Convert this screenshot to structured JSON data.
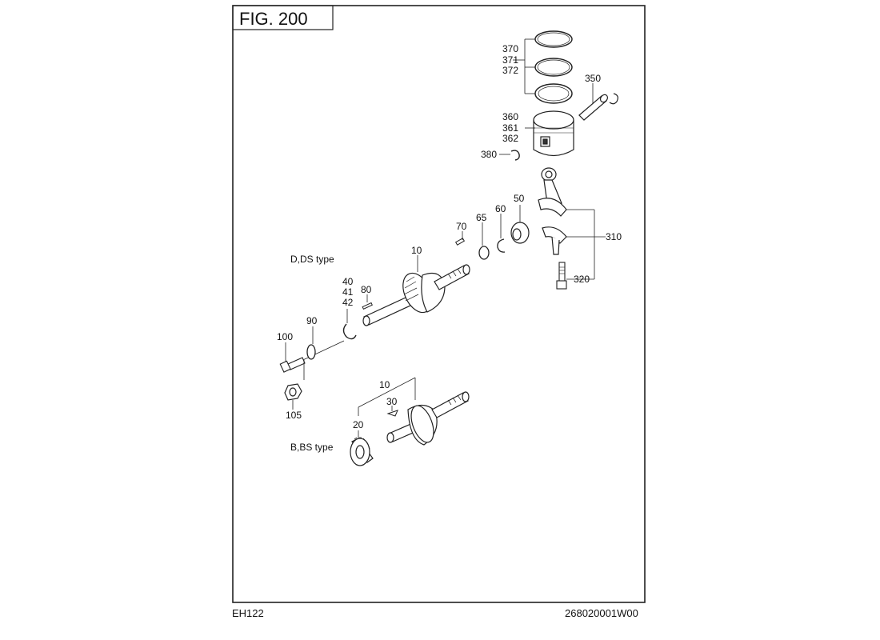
{
  "figure": {
    "title": "FIG. 200"
  },
  "type_labels": {
    "ds_type": "D,DS type",
    "bs_type": "B,BS type"
  },
  "callouts": {
    "p370": "370",
    "p371": "371",
    "p372": "372",
    "p350": "350",
    "p360": "360",
    "p361": "361",
    "p362": "362",
    "p380": "380",
    "p50": "50",
    "p60": "60",
    "p65": "65",
    "p70": "70",
    "p310": "310",
    "p320": "320",
    "p10_ds": "10",
    "p40": "40",
    "p41": "41",
    "p42": "42",
    "p80": "80",
    "p90": "90",
    "p100": "100",
    "p105": "105",
    "p10_bs": "10",
    "p30": "30",
    "p20": "20"
  },
  "footer": {
    "model": "EH122",
    "drawing_number": "268020001W00"
  }
}
